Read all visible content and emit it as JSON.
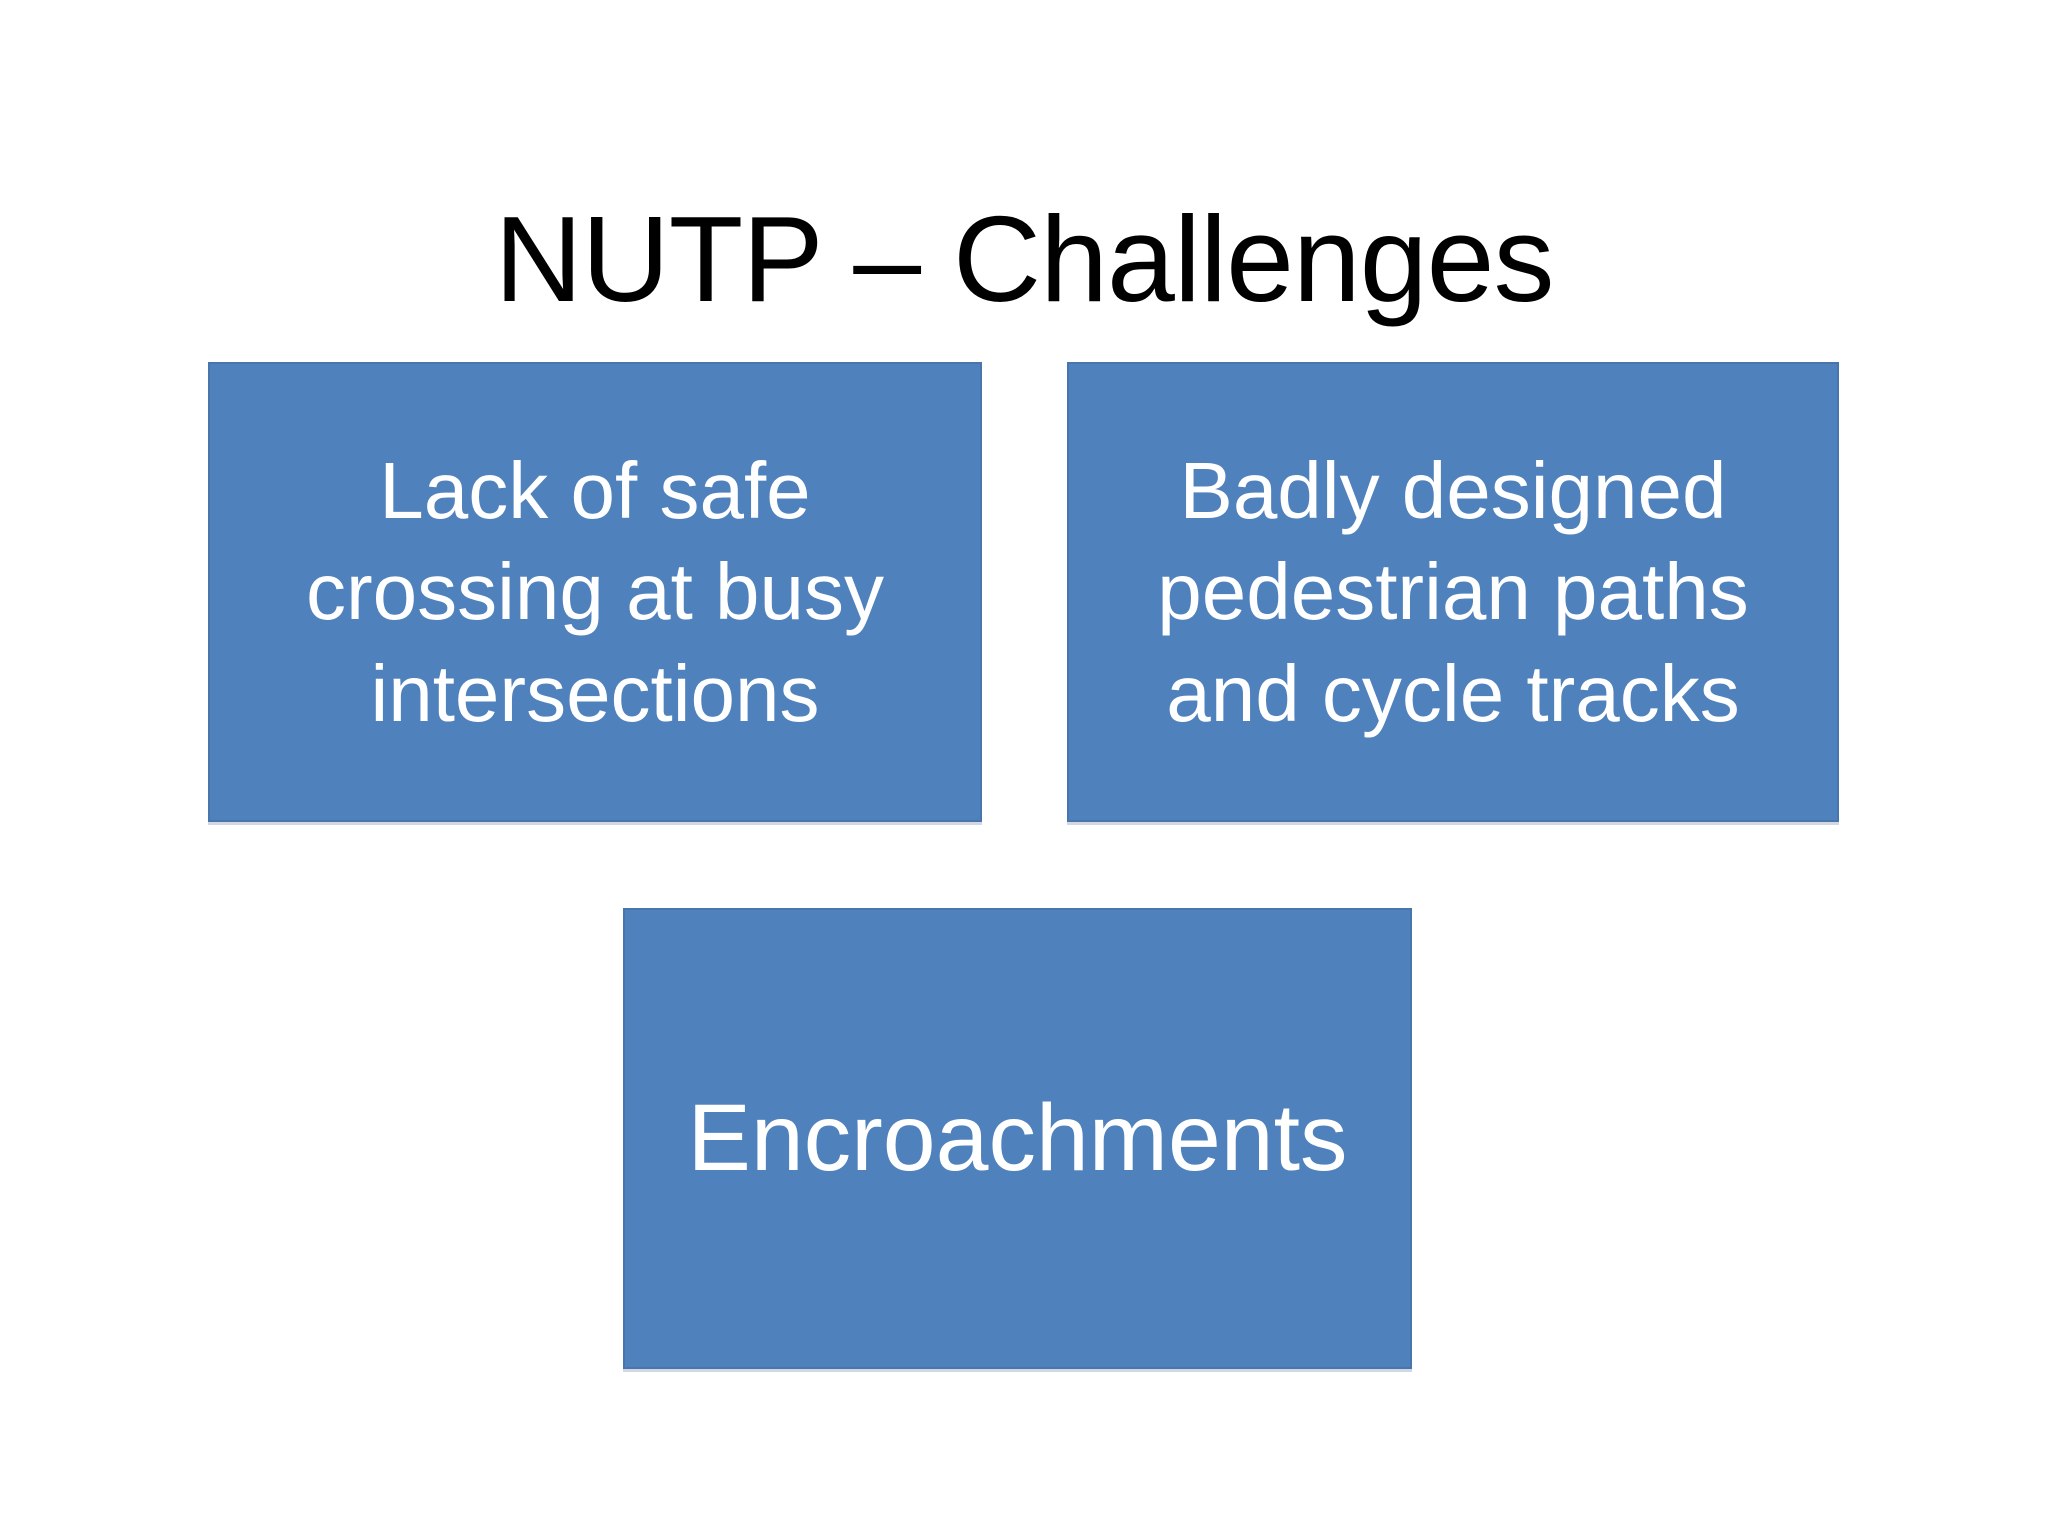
{
  "slide": {
    "title": "NUTP – Challenges",
    "colors": {
      "background": "#FFFFFF",
      "box_fill": "#4F81BD",
      "box_text": "#FFFFFF",
      "title_color": "#000000"
    },
    "boxes": [
      {
        "label": "Lack of safe\ncrossing at busy\nintersections"
      },
      {
        "label": "Badly designed\npedestrian paths\nand cycle tracks"
      },
      {
        "label": "Encroachments"
      }
    ]
  }
}
